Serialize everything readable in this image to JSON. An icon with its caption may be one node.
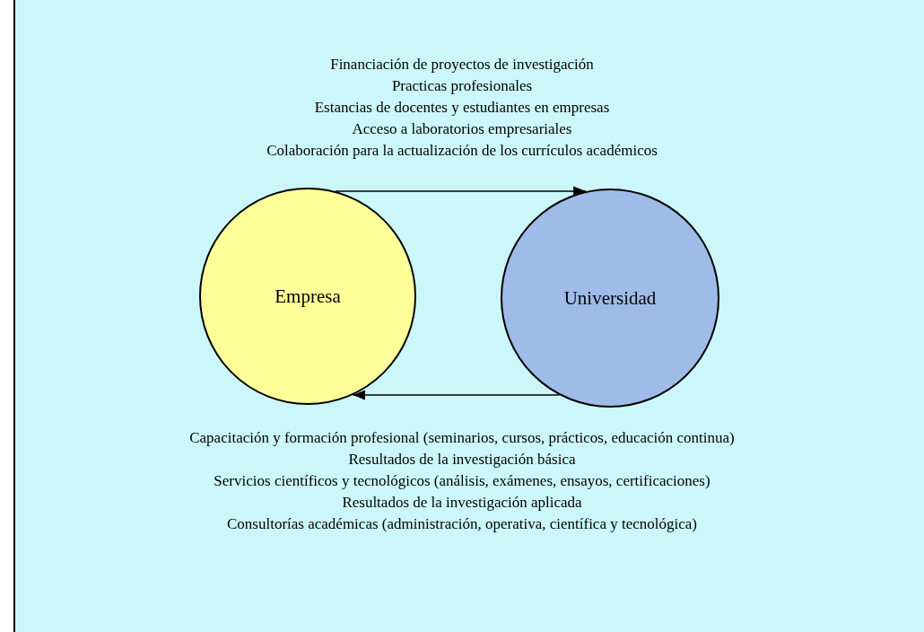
{
  "diagram": {
    "nodes": [
      {
        "text": [
          "Empresa"
        ]
      },
      {
        "text": [
          "Universidad"
        ]
      }
    ],
    "edges": [
      {
        "from": 0,
        "to": 1,
        "arrow": "to"
      },
      {
        "from": 1,
        "to": 0,
        "arrow": "to"
      }
    ],
    "labels": [
      "Financiación de proyectos de investigación",
      "Practicas profesionales",
      "Estancias de docentes y estudiantes en empresas",
      "Acceso a laboratorios empresariales",
      "Colaboración para la actualización de los currículos académicos",
      "Capacitación y formación profesional (seminarios, cursos, prácticos, educación continua)",
      "Resultados de la investigación básica",
      "Servicios científicos y tecnológicos (análisis, exámenes, ensayos, certificaciones)",
      "Resultados de la investigación aplicada",
      "Consultorías académicas (administración, operativa, científica y tecnológica)"
    ]
  }
}
